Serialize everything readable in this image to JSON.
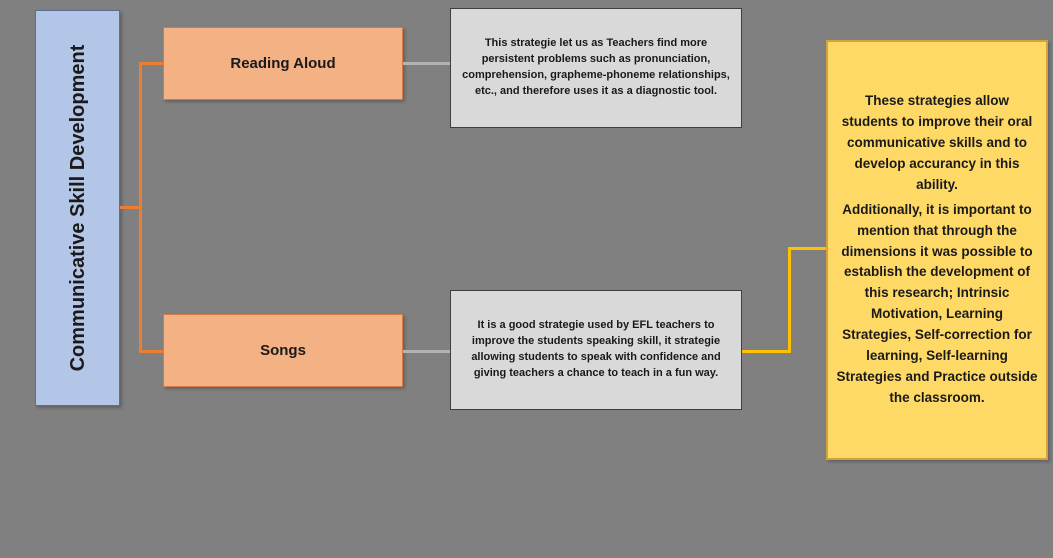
{
  "diagram": {
    "root": {
      "label": "Communicative Skill Development"
    },
    "nodes": [
      {
        "label": "Reading Aloud",
        "description": "This strategie let us as Teachers find more persistent problems such as pronunciation, comprehension, grapheme-phoneme relationships, etc., and therefore uses it as a diagnostic tool."
      },
      {
        "label": "Songs",
        "description": "It is a good strategie used by EFL teachers to improve the students speaking skill, it strategie allowing students to speak with confidence and giving teachers a chance to teach in a fun way."
      }
    ],
    "summary": {
      "paragraph1": "These strategies allow students to improve their oral communicative skills and to develop accurancy in this ability.",
      "paragraph2": "Additionally, it is important to mention that through the dimensions it was possible to establish the development of this research; Intrinsic Motivation, Learning Strategies, Self-correction for learning, Self-learning Strategies and Practice outside the classroom."
    },
    "colors": {
      "background": "#808080",
      "root_fill": "#b4c6e7",
      "root_border": "#5b6e94",
      "node_fill": "#f4b183",
      "node_border": "#cf7c49",
      "description_fill": "#d9d9d9",
      "description_border": "#3f3f3f",
      "summary_fill": "#ffd966",
      "summary_border": "#d3a13e",
      "connector_primary": "#ed7d31",
      "connector_secondary": "#b3b3b3",
      "connector_summary": "#ffc000"
    }
  }
}
